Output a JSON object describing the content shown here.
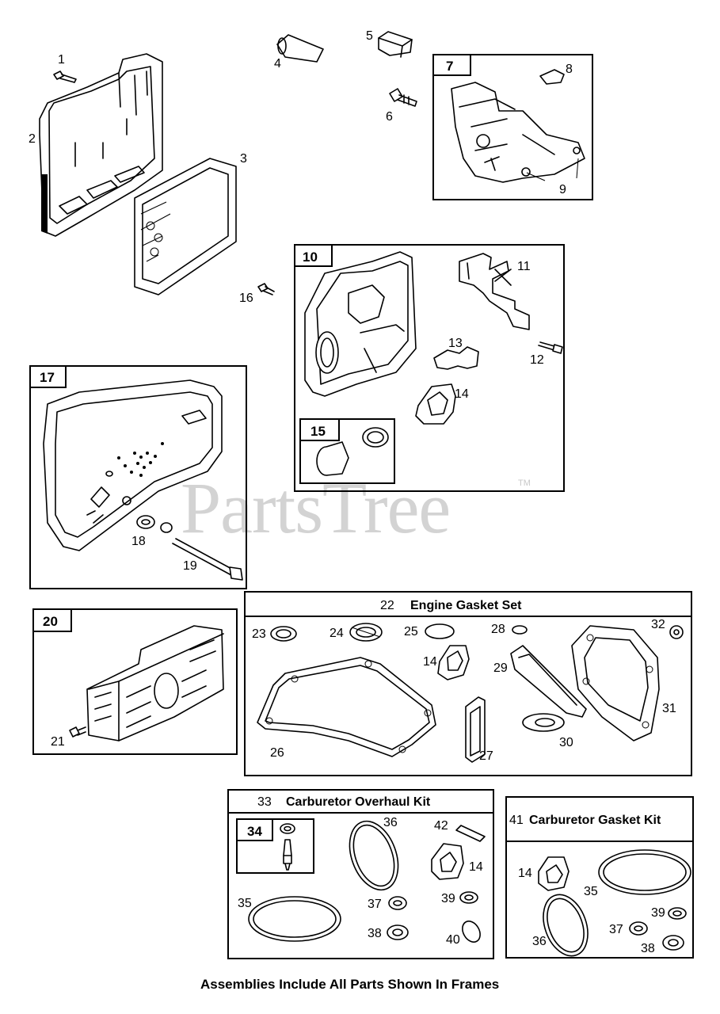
{
  "watermark": {
    "text": "PartsTree",
    "trademark": "TM"
  },
  "caption": "Assemblies Include All Parts Shown In Frames",
  "callouts": {
    "p1": "1",
    "p2": "2",
    "p3": "3",
    "p4": "4",
    "p5": "5",
    "p6": "6",
    "p7": "7",
    "p8": "8",
    "p9": "9",
    "p10": "10",
    "p11": "11",
    "p12": "12",
    "p13": "13",
    "p14": "14",
    "p15": "15",
    "p16": "16",
    "p17": "17",
    "p18": "18",
    "p19": "19",
    "p20": "20",
    "p21": "21"
  },
  "engine_gasket_set": {
    "number": "22",
    "title": "Engine Gasket Set",
    "parts": {
      "p23": "23",
      "p24": "24",
      "p25": "25",
      "p28": "28",
      "p32": "32",
      "p14": "14",
      "p29": "29",
      "p31": "31",
      "p26": "26",
      "p27": "27",
      "p30": "30"
    }
  },
  "carburetor_overhaul_kit": {
    "number": "33",
    "title": "Carburetor Overhaul Kit",
    "parts": {
      "p34": "34",
      "p36": "36",
      "p42": "42",
      "p14": "14",
      "p35": "35",
      "p37": "37",
      "p39": "39",
      "p38": "38",
      "p40": "40"
    }
  },
  "carburetor_gasket_kit": {
    "number": "41",
    "title": "Carburetor Gasket Kit",
    "parts": {
      "p14": "14",
      "p35": "35",
      "p39": "39",
      "p37": "37",
      "p36": "36",
      "p38": "38"
    }
  }
}
